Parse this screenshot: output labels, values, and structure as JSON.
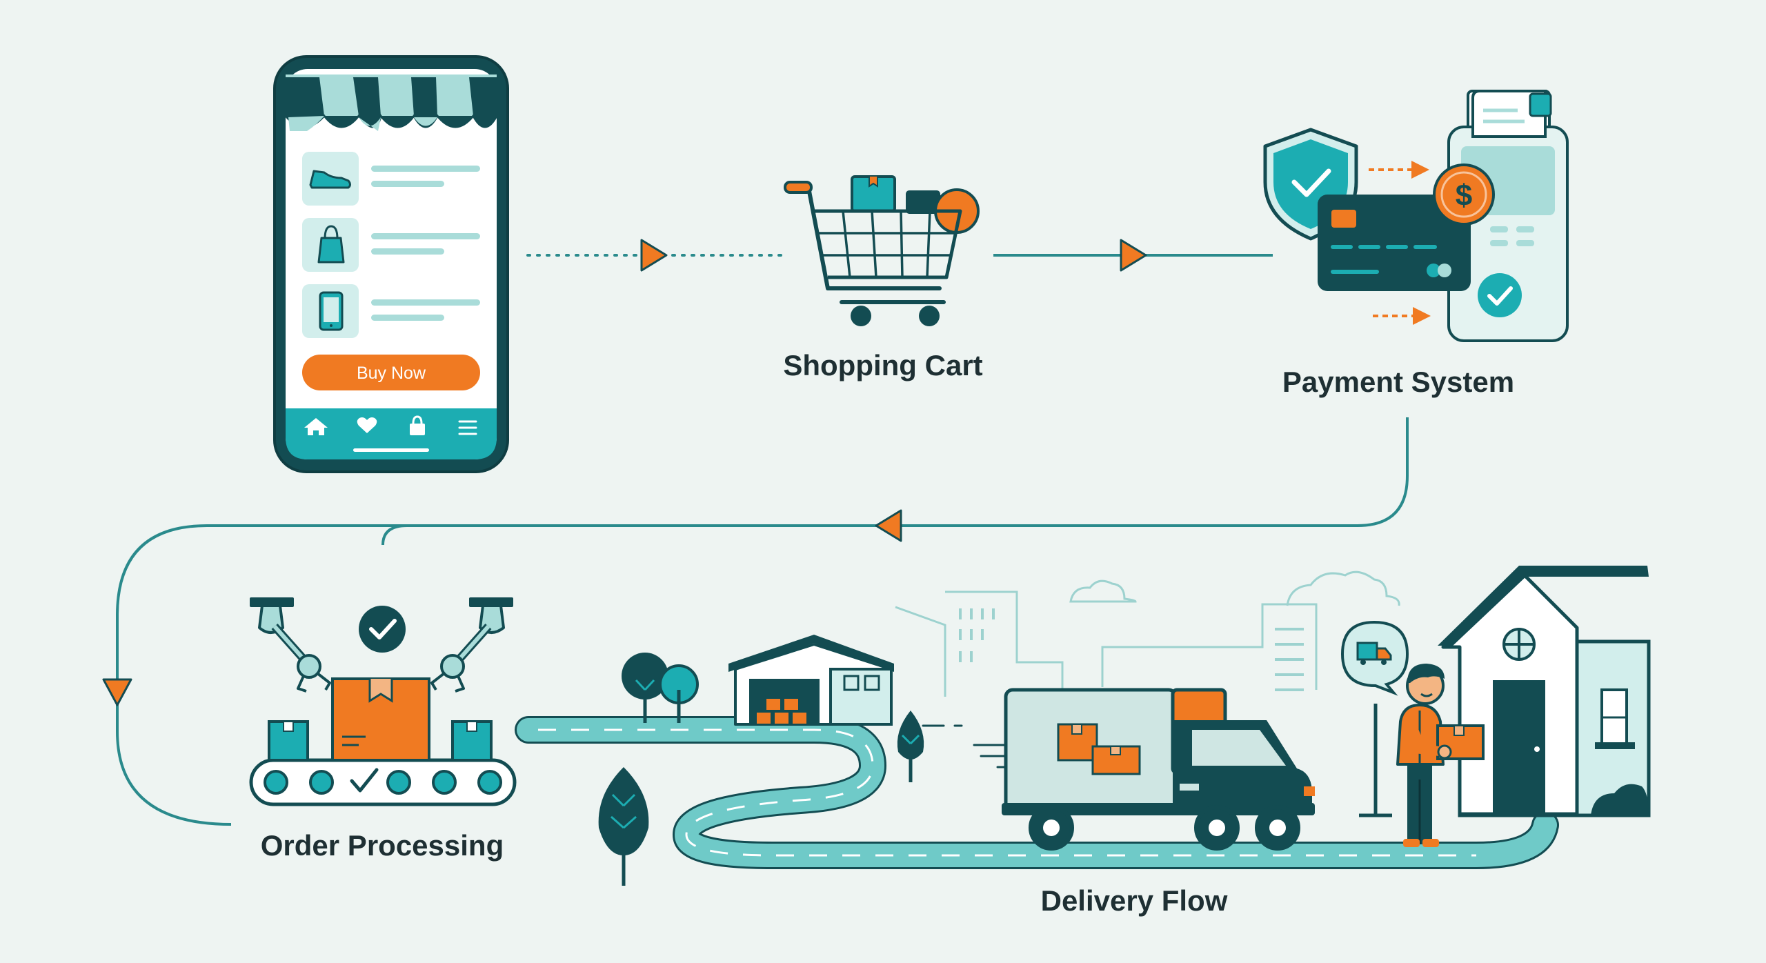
{
  "colors": {
    "background": "#eef4f2",
    "dark_teal": "#134c52",
    "teal": "#1cadb2",
    "light_teal": "#a9dcd9",
    "pale_teal": "#d2eeec",
    "orange": "#f07a22",
    "line_teal": "#2a8a8c",
    "text": "#1e2f33",
    "white": "#ffffff"
  },
  "phone": {
    "buy_button_label": "Buy Now",
    "product_icons": [
      "sneaker-icon",
      "handbag-icon",
      "smartphone-icon"
    ],
    "nav_icons": [
      "home-icon",
      "heart-icon",
      "bag-icon",
      "menu-icon"
    ]
  },
  "stages": {
    "cart": {
      "label": "Shopping Cart",
      "icon": "shopping-cart-icon"
    },
    "payment": {
      "label": "Payment System",
      "icon": "payment-terminal-icon"
    },
    "processing": {
      "label": "Order Processing",
      "icon": "robotic-arms-conveyor-icon"
    },
    "delivery": {
      "label": "Delivery Flow",
      "icon": "delivery-truck-icon"
    }
  },
  "decor_icons": [
    "shield-check-icon",
    "credit-card-icon",
    "dollar-coin-icon",
    "receipt-icon",
    "warehouse-icon",
    "house-icon",
    "courier-person-icon",
    "truck-speech-bubble-icon",
    "tree-icon",
    "cloud-icon",
    "city-skyline-icon"
  ]
}
